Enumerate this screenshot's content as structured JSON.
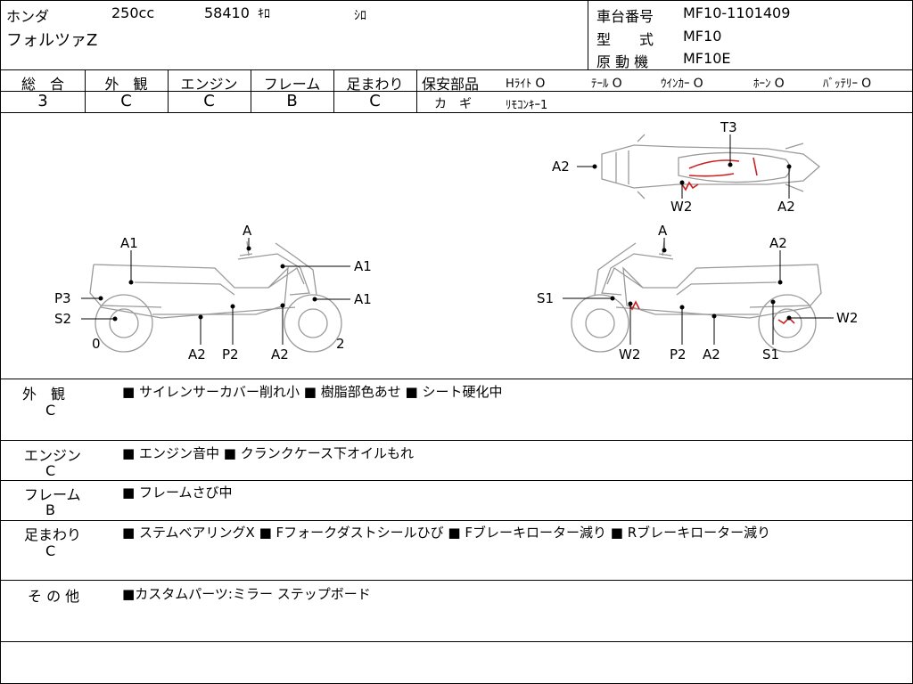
{
  "header": {
    "maker": "ホンダ",
    "displacement": "250cc",
    "mileage": "58410",
    "mileage_unit": "ｷﾛ",
    "color": "ｼﾛ",
    "model_name": "フォルツァZ",
    "frame_no_label": "車台番号",
    "frame_no": "MF10-1101409",
    "type_label": "型　　式",
    "type": "MF10",
    "engine_label": "原 動 機",
    "engine": "MF10E"
  },
  "grades": [
    {
      "label": "総　合",
      "value": "3"
    },
    {
      "label": "外　観",
      "value": "C"
    },
    {
      "label": "エンジン",
      "value": "C"
    },
    {
      "label": "フレーム",
      "value": "B"
    },
    {
      "label": "足まわり",
      "value": "C"
    }
  ],
  "safety": {
    "label": "保安部品",
    "items": [
      {
        "name": "Hﾗｲﾄ",
        "mark": "O"
      },
      {
        "name": "ﾃｰﾙ",
        "mark": "O"
      },
      {
        "name": "ｳｲﾝｶｰ",
        "mark": "O"
      },
      {
        "name": "ﾎｰﾝ",
        "mark": "O"
      },
      {
        "name": "ﾊﾞｯﾃﾘｰ",
        "mark": "O"
      }
    ],
    "key_label": "カ　ギ",
    "key_value": "ﾘﾓｺﾝｷｰ1"
  },
  "diagram": {
    "left_labels": [
      "A",
      "A1",
      "A1",
      "P3",
      "A1",
      "S2",
      "0",
      "2",
      "A2",
      "P2",
      "A2"
    ],
    "right_labels": [
      "A",
      "A2",
      "S1",
      "W2",
      "W2",
      "P2",
      "A2",
      "S1"
    ],
    "top_labels": [
      "T3",
      "A2",
      "W2",
      "A2"
    ]
  },
  "remarks": [
    {
      "category": "外　観",
      "grade": "C",
      "items": [
        "サイレンサーカバー削れ小",
        "樹脂部色あせ",
        "シート硬化中"
      ]
    },
    {
      "category": "エンジン",
      "grade": "C",
      "items": [
        "エンジン音中",
        "クランクケース下オイルもれ"
      ]
    },
    {
      "category": "フレーム",
      "grade": "B",
      "items": [
        "フレームさび中"
      ]
    },
    {
      "category": "足まわり",
      "grade": "C",
      "items": [
        "ステムベアリングX",
        "Fフォークダストシールひび",
        "Fブレーキローター減り",
        "Rブレーキローター減り"
      ]
    },
    {
      "category": "そ の 他",
      "grade": "",
      "items": [
        "カスタムパーツ:ミラー ステップボード"
      ]
    }
  ],
  "bullet": "■",
  "colors": {
    "damage_red": "#cc1f1f",
    "line": "#000000",
    "sketch": "#9a9a9a"
  }
}
